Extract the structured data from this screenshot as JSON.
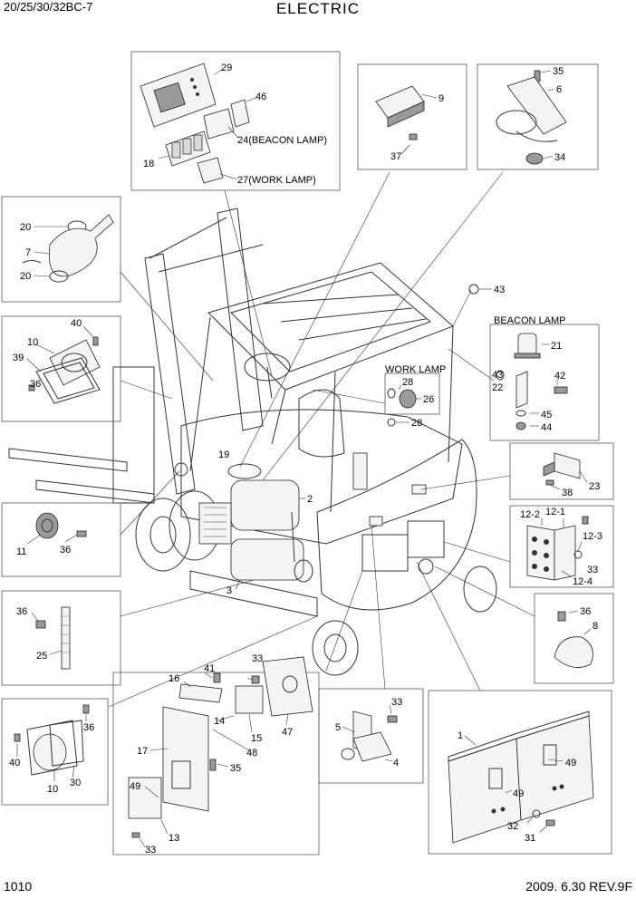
{
  "header": {
    "model": "20/25/30/32BC-7",
    "title": "ELECTRIC"
  },
  "footer": {
    "page": "1010",
    "date_rev": "2009. 6.30  REV.9F"
  },
  "labels": {
    "l29": "29",
    "l46": "46",
    "l24": "24(BEACON LAMP)",
    "l18": "18",
    "l27": "27(WORK LAMP)",
    "l9": "9",
    "l37": "37",
    "l35a": "35",
    "l6": "6",
    "l34": "34",
    "l20a": "20",
    "l7": "7",
    "l20b": "20",
    "l40a": "40",
    "l10a": "10",
    "l39": "39",
    "l36a": "36",
    "l43a": "43",
    "beacon_title": "BEACON LAMP",
    "l21": "21",
    "l42": "42",
    "l43b": "43",
    "l22": "22",
    "l45": "45",
    "l44": "44",
    "work_title": "WORK LAMP",
    "l28a": "28",
    "l26": "26",
    "l28b": "28",
    "l19": "19",
    "l2": "2",
    "l3": "3",
    "l11": "11",
    "l36b": "36",
    "l23": "23",
    "l38": "38",
    "l12_2": "12-2",
    "l12_1": "12-1",
    "l12_3": "12-3",
    "l12_4": "12-4",
    "l33a": "33",
    "l36c": "36",
    "l25": "25",
    "l36d": "36",
    "l8": "8",
    "l41": "41",
    "l16": "16",
    "l33b": "33",
    "l14": "14",
    "l15": "15",
    "l47": "47",
    "l48": "48",
    "l17": "17",
    "l35b": "35",
    "l49a": "49",
    "l13": "13",
    "l33c": "33",
    "l36e": "36",
    "l40b": "40",
    "l10b": "10",
    "l30": "30",
    "l33d": "33",
    "l5": "5",
    "l4": "4",
    "l1": "1",
    "l49b": "49",
    "l49c": "49",
    "l32": "32",
    "l31": "31"
  }
}
